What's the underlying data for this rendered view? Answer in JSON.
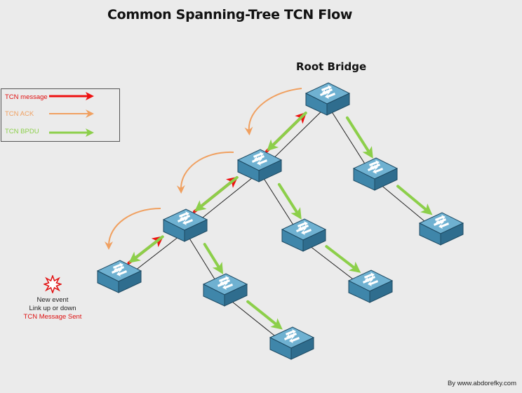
{
  "title": "Common Spanning-Tree TCN Flow",
  "root_label": "Root Bridge",
  "legend": {
    "items": [
      {
        "label": "TCN message",
        "color": "#ee1111"
      },
      {
        "label": "TCN ACK",
        "color": "#f0a060"
      },
      {
        "label": "TCN BPDU",
        "color": "#8ccf4a"
      }
    ]
  },
  "event": {
    "line1": "New event",
    "line2": "Link up or down",
    "line3": "TCN Message Sent",
    "icon": "explosion-star-icon"
  },
  "credit": "By www.abdorefky.com",
  "colors": {
    "tcn_message": "#ee1111",
    "tcn_ack": "#f0a060",
    "tcn_bpdu": "#8ccf4a",
    "switch_top": "#6fb1d1",
    "switch_front": "#3f86aa",
    "switch_side": "#2f6d8e"
  },
  "switches": [
    {
      "id": "root",
      "label": "root-bridge"
    },
    {
      "id": "s2"
    },
    {
      "id": "s3"
    },
    {
      "id": "s4"
    },
    {
      "id": "s5"
    },
    {
      "id": "s6"
    },
    {
      "id": "s7"
    },
    {
      "id": "s8"
    },
    {
      "id": "s9"
    },
    {
      "id": "s10"
    }
  ],
  "links": [
    [
      "root",
      "s2"
    ],
    [
      "s2",
      "s3"
    ],
    [
      "s3",
      "s4"
    ],
    [
      "root",
      "s5"
    ],
    [
      "s5",
      "s6"
    ],
    [
      "s2",
      "s7"
    ],
    [
      "s7",
      "s8"
    ],
    [
      "s3",
      "s9"
    ],
    [
      "s9",
      "s10"
    ]
  ],
  "flows": {
    "tcn_message": [
      [
        "s4",
        "s3"
      ],
      [
        "s3",
        "s2"
      ],
      [
        "s2",
        "root"
      ]
    ],
    "tcn_ack": [
      [
        "root",
        "s2"
      ],
      [
        "s2",
        "s3"
      ],
      [
        "s3",
        "s4"
      ]
    ],
    "tcn_bpdu": [
      [
        "root",
        "s2"
      ],
      [
        "s2",
        "s3"
      ],
      [
        "s3",
        "s4"
      ],
      [
        "root",
        "s5"
      ],
      [
        "s5",
        "s6"
      ],
      [
        "s2",
        "s7"
      ],
      [
        "s7",
        "s8"
      ],
      [
        "s3",
        "s9"
      ],
      [
        "s9",
        "s10"
      ]
    ]
  }
}
